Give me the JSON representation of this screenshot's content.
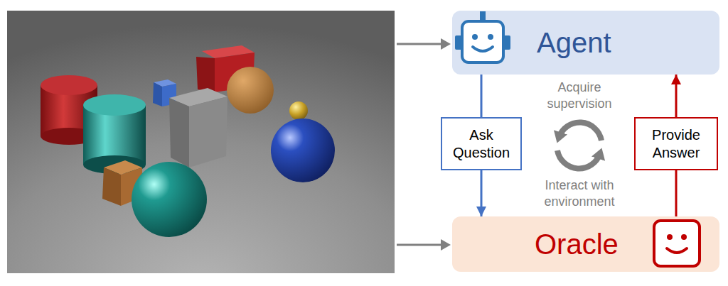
{
  "diagram": {
    "nodes": [
      {
        "text": [
          "Agent"
        ]
      },
      {
        "text": [
          "Ask Question"
        ]
      },
      {
        "text": [
          "Provide Answer"
        ]
      },
      {
        "text": [
          "Oracle"
        ]
      }
    ],
    "edges": [
      {
        "from": 0,
        "to": 1,
        "arrow": "none"
      },
      {
        "from": 1,
        "to": 3,
        "arrow": "to"
      },
      {
        "from": 3,
        "to": 2,
        "arrow": "none"
      },
      {
        "from": 2,
        "to": 0,
        "arrow": "to"
      }
    ],
    "labels": [
      "Acquire supervision",
      "Interact with environment"
    ]
  }
}
